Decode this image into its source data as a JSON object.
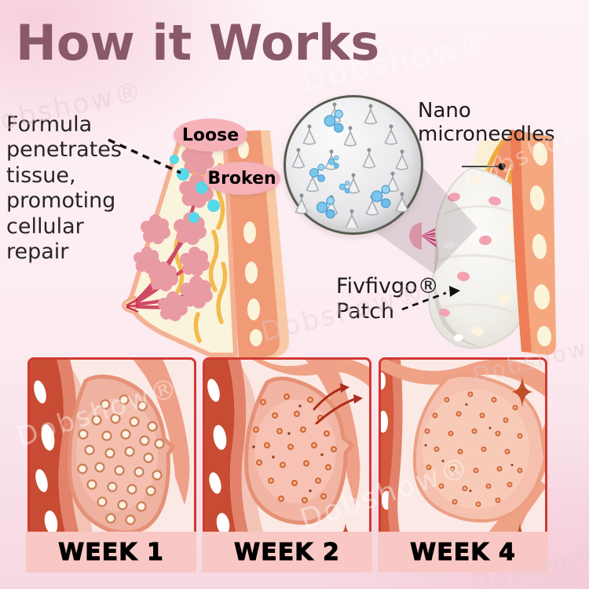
{
  "header": {
    "title": "How it Works"
  },
  "upper_diagram": {
    "annotation": "Formula penetrates tissue, promoting cellular repair",
    "tissue_labels": {
      "loose": "Loose",
      "broken": "Broken"
    },
    "magnifier_label": "Nano microneedles",
    "patch_label": "Fivfivgo® Patch"
  },
  "timeline": {
    "weeks": [
      {
        "label": "WEEK 1"
      },
      {
        "label": "WEEK 2"
      },
      {
        "label": "WEEK 4"
      }
    ]
  },
  "watermark": {
    "text": "Dobshow®"
  },
  "colors": {
    "title": "#8a5968",
    "background_top": "#fdf2f6",
    "background_bottom": "#f6d8e2",
    "bubble_pink": "#f6b1b9",
    "week_bar_pink": "#f9c8c5",
    "panel_border_red": "#cf3a31",
    "formula_dot_cyan": "#58d8e8",
    "lobule_pink": "#e99ba3",
    "duct_red": "#d14a66",
    "ligament_yellow": "#f3ba4e",
    "chest_wall_salmon": "#f09b76",
    "patch_white": "#f6f4f0",
    "molecule_blue": "#7cc6ec",
    "sparkle_rust": "#bf4f28"
  }
}
